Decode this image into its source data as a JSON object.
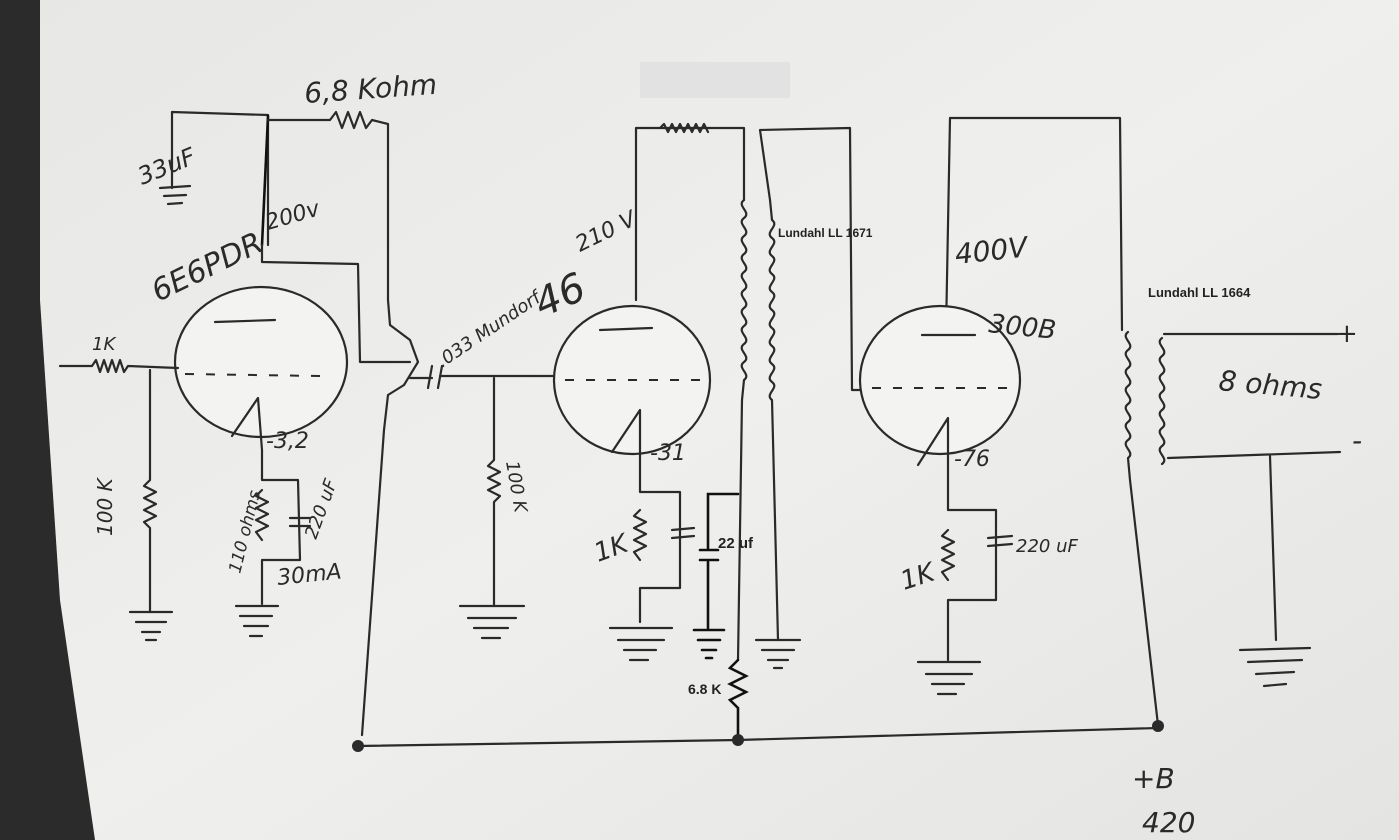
{
  "labels": {
    "r_top": "6,8 Kohm",
    "c_top": "33uF",
    "v_plate1": "200v",
    "tube1": "6E6PDR",
    "r_in": "1K",
    "r_grid1": "100 K",
    "v_cath1": "-3,2",
    "r_cath1": "110 ohms",
    "c_cath1": "220 uF",
    "i_cath1": "30mA",
    "c_couple": ".033 Mundorf",
    "r_grid2": "100 K",
    "tube2": "46",
    "v_plate2": "210 V",
    "v_cath2": "-31",
    "r_cath2": "1K",
    "c_filter": "22 uf",
    "r_drop": "6.8 K",
    "xfmr1": "Lundahl LL 1671",
    "v_plate3": "400V",
    "tube3": "300B",
    "v_cath3": "-76",
    "r_cath3": "1K",
    "c_cath3": "220 uF",
    "xfmr2": "Lundahl LL 1664",
    "load": "8 ohms",
    "plus": "+",
    "minus": "-",
    "bplus": "+B",
    "bplus_v": "420"
  },
  "colors": {
    "paper": "#ededeb",
    "ink": "#2a2a2a",
    "shadow": "#2b2b2b"
  }
}
